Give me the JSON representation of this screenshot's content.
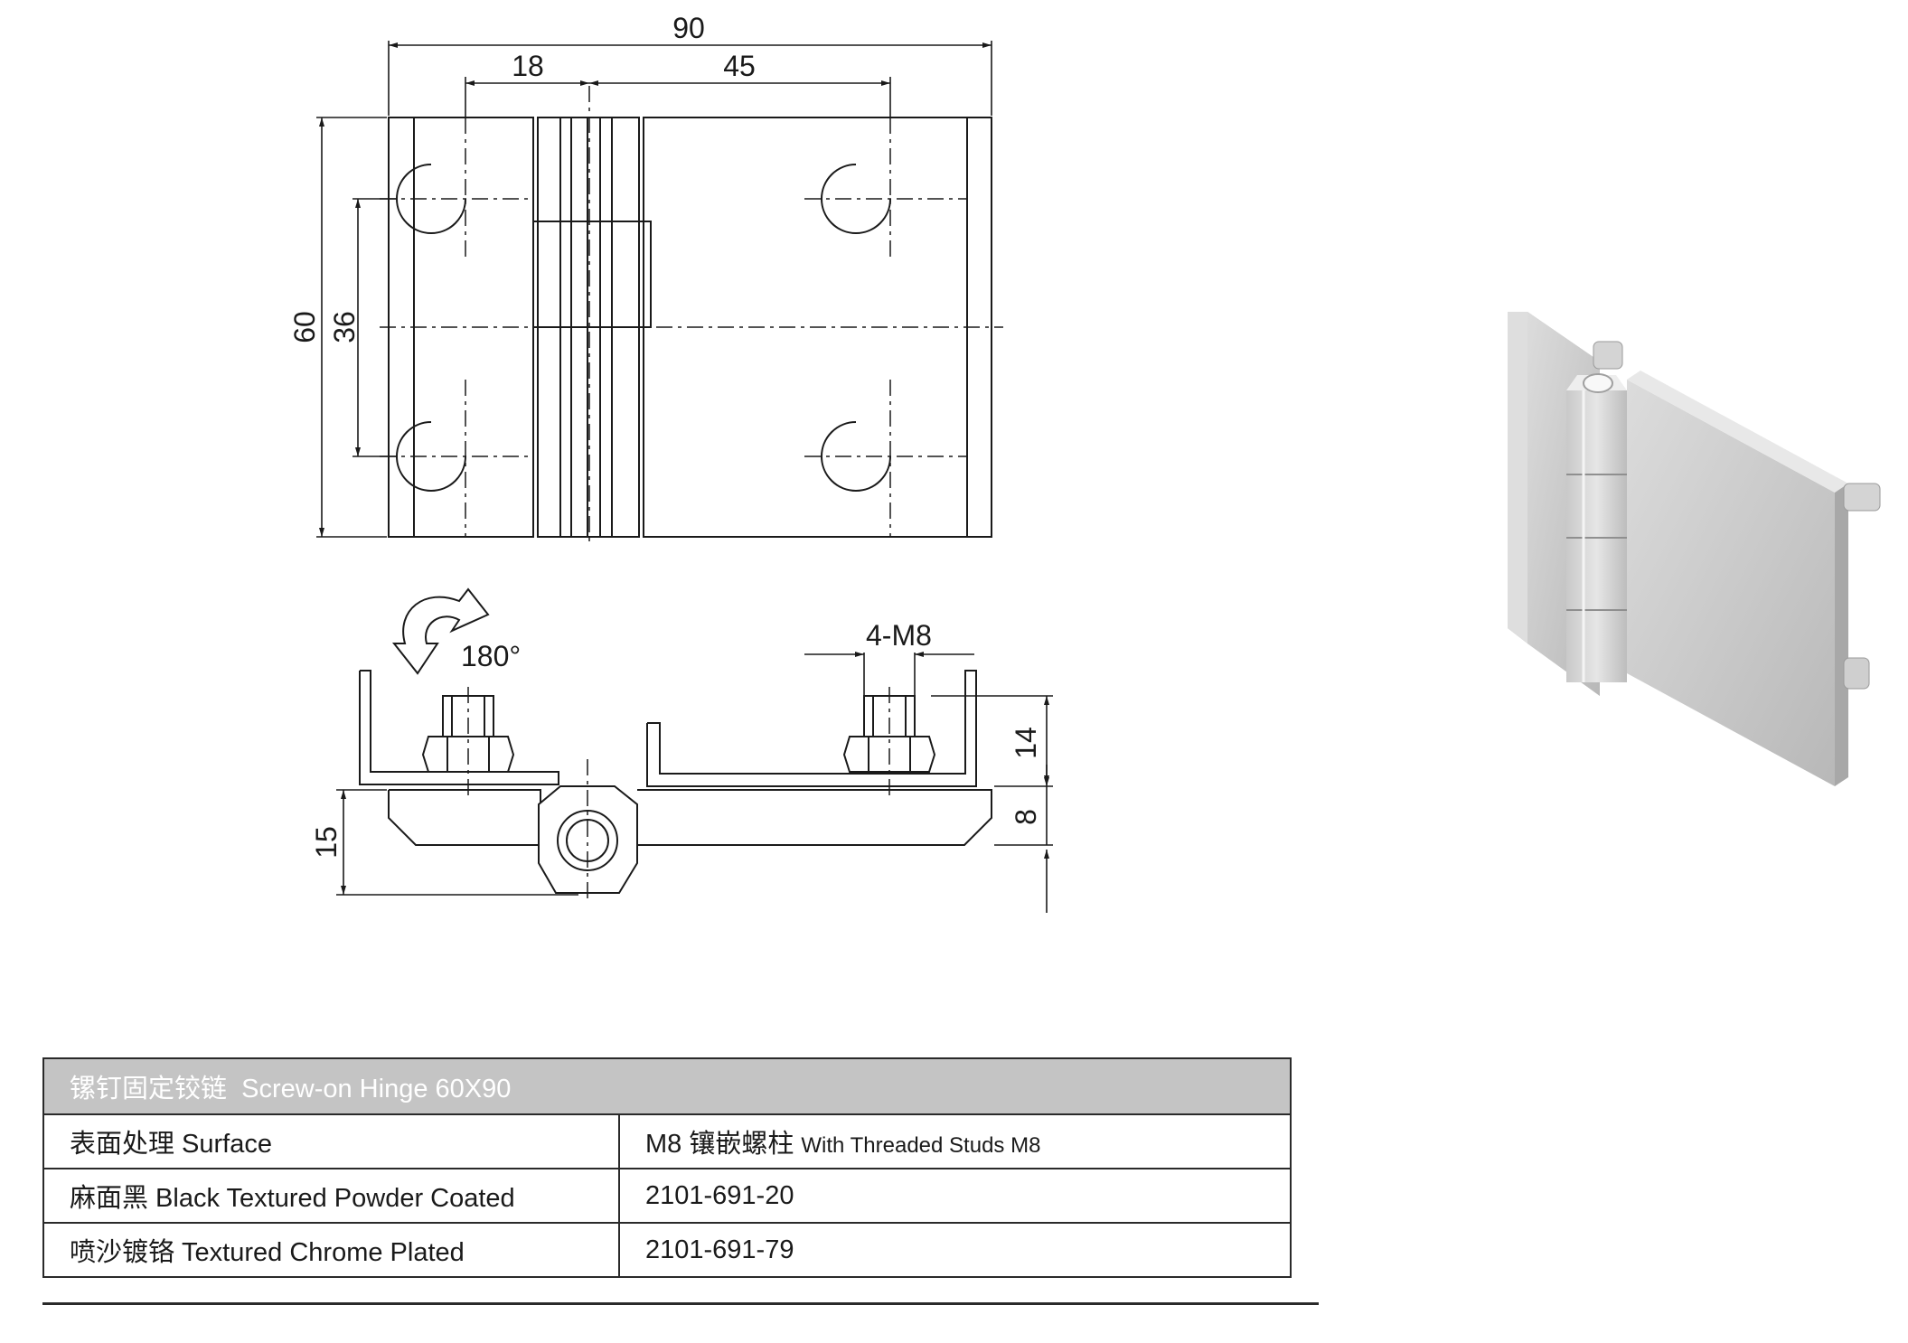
{
  "drawing": {
    "dims": {
      "overall_width": "90",
      "hole_offset": "18",
      "hole_spacing": "45",
      "overall_height": "60",
      "hole_pitch": "36",
      "rotation": "180°",
      "stud_thread": "4-M8",
      "stud_height": "14",
      "knuckle_height": "15",
      "leaf_thickness": "8"
    }
  },
  "table": {
    "title_cn": "镙钉固定铰链",
    "title_en": "Screw-on Hinge 60X90",
    "surface_label": "表面处理 Surface",
    "variant_main": "M8 镶嵌螺柱",
    "variant_sub": "With Threaded Studs M8",
    "rows": [
      {
        "finish": "麻面黑 Black Textured Powder Coated",
        "code": "2101-691-20"
      },
      {
        "finish": "喷沙镀铬 Textured Chrome Plated",
        "code": "2101-691-79"
      }
    ]
  }
}
